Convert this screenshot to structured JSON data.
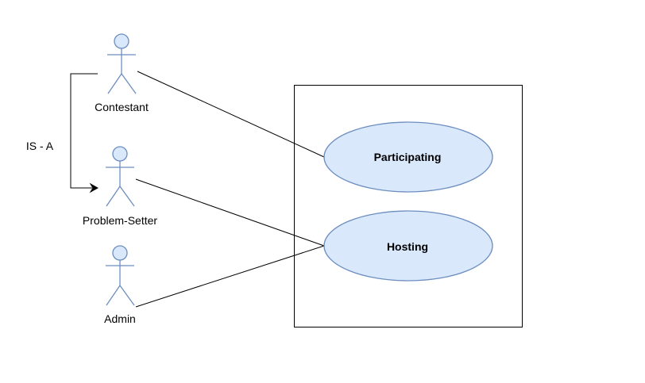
{
  "diagram": {
    "actors": {
      "contestant": "Contestant",
      "problem_setter": "Problem-Setter",
      "admin": "Admin"
    },
    "use_cases": {
      "participating": "Participating",
      "hosting": "Hosting"
    },
    "relations": {
      "is_a": "IS - A"
    }
  },
  "colors": {
    "actor_stroke": "#6c8ebf",
    "actor_fill": "#dae8fc",
    "usecase_fill": "#dae8fc",
    "usecase_stroke": "#6c8ebf",
    "line": "#000000"
  }
}
